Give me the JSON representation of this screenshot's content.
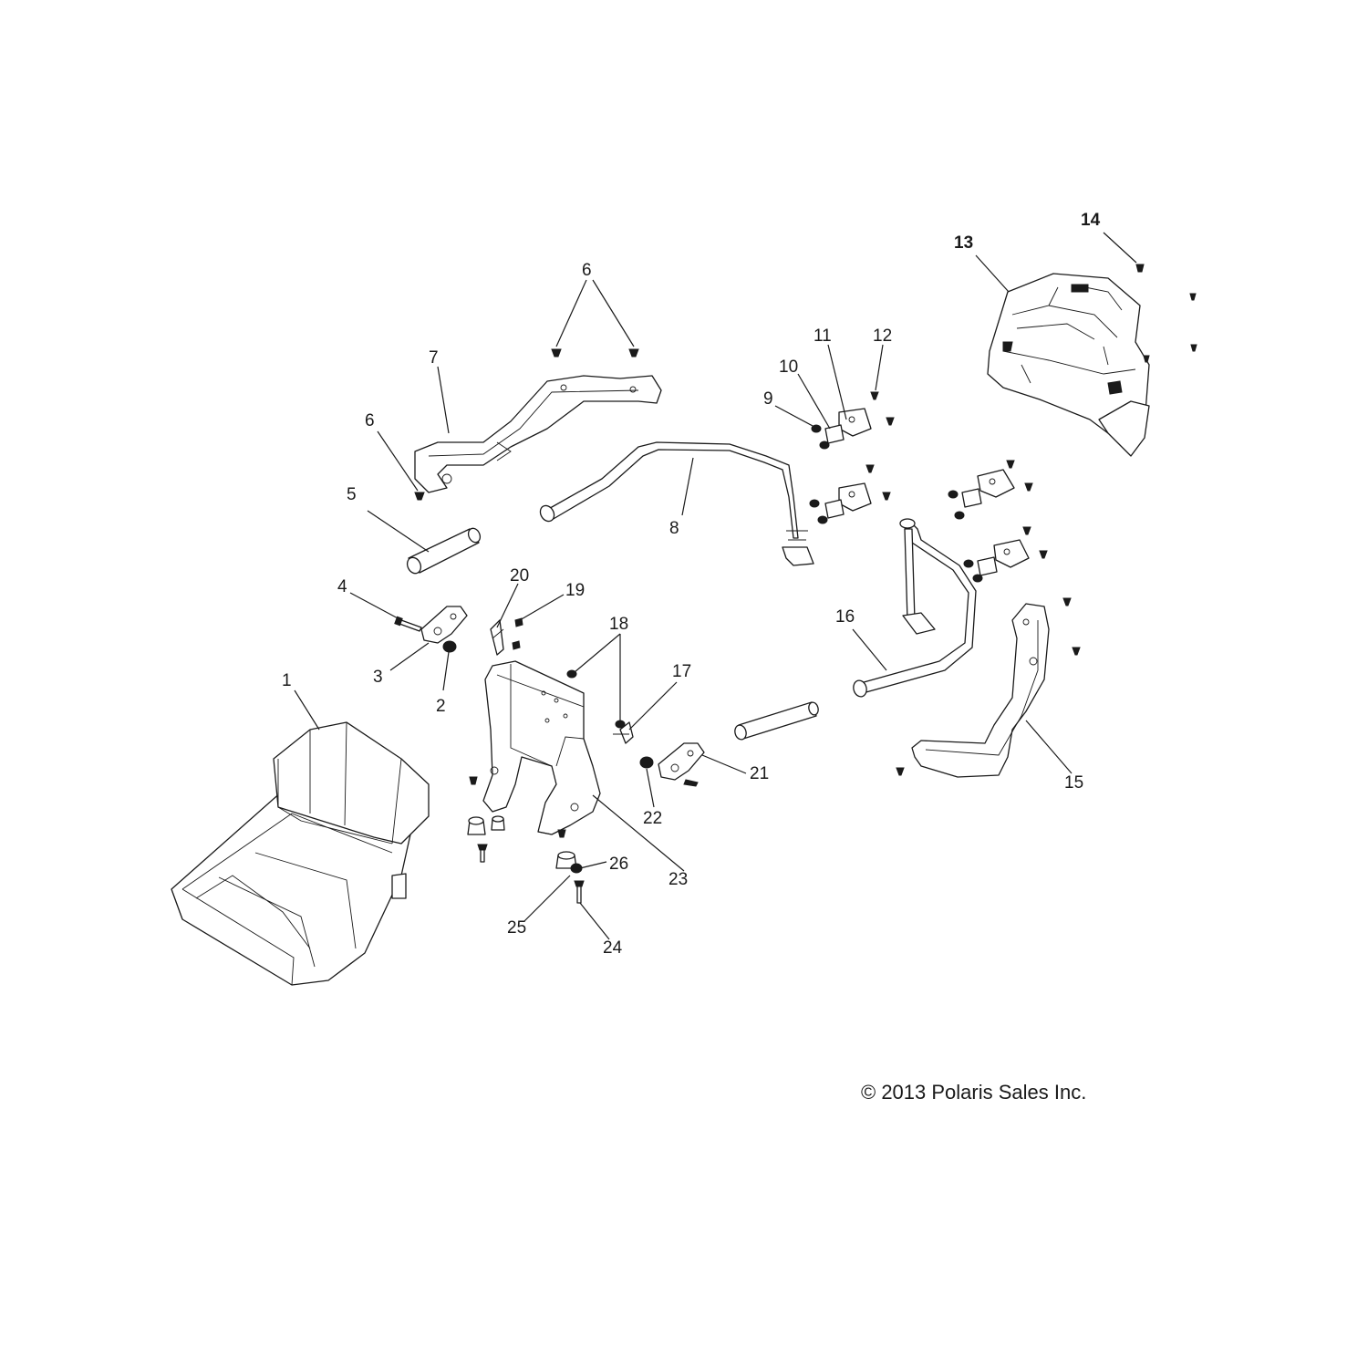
{
  "callouts": [
    {
      "id": "c1",
      "text": "1"
    },
    {
      "id": "c2",
      "text": "2"
    },
    {
      "id": "c3",
      "text": "3"
    },
    {
      "id": "c4",
      "text": "4"
    },
    {
      "id": "c5",
      "text": "5"
    },
    {
      "id": "c6a",
      "text": "6"
    },
    {
      "id": "c6b",
      "text": "6"
    },
    {
      "id": "c7",
      "text": "7"
    },
    {
      "id": "c8",
      "text": "8"
    },
    {
      "id": "c9",
      "text": "9"
    },
    {
      "id": "c10",
      "text": "10"
    },
    {
      "id": "c11",
      "text": "11"
    },
    {
      "id": "c12",
      "text": "12"
    },
    {
      "id": "c13",
      "text": "13"
    },
    {
      "id": "c14",
      "text": "14"
    },
    {
      "id": "c15",
      "text": "15"
    },
    {
      "id": "c16",
      "text": "16"
    },
    {
      "id": "c17",
      "text": "17"
    },
    {
      "id": "c18",
      "text": "18"
    },
    {
      "id": "c19",
      "text": "19"
    },
    {
      "id": "c20",
      "text": "20"
    },
    {
      "id": "c21",
      "text": "21"
    },
    {
      "id": "c22",
      "text": "22"
    },
    {
      "id": "c23",
      "text": "23"
    },
    {
      "id": "c24",
      "text": "24"
    },
    {
      "id": "c25",
      "text": "25"
    },
    {
      "id": "c26",
      "text": "26"
    }
  ],
  "copyright": "© 2013 Polaris Sales Inc.",
  "colors": {
    "line": "#1a1a1a",
    "background": "#ffffff"
  }
}
